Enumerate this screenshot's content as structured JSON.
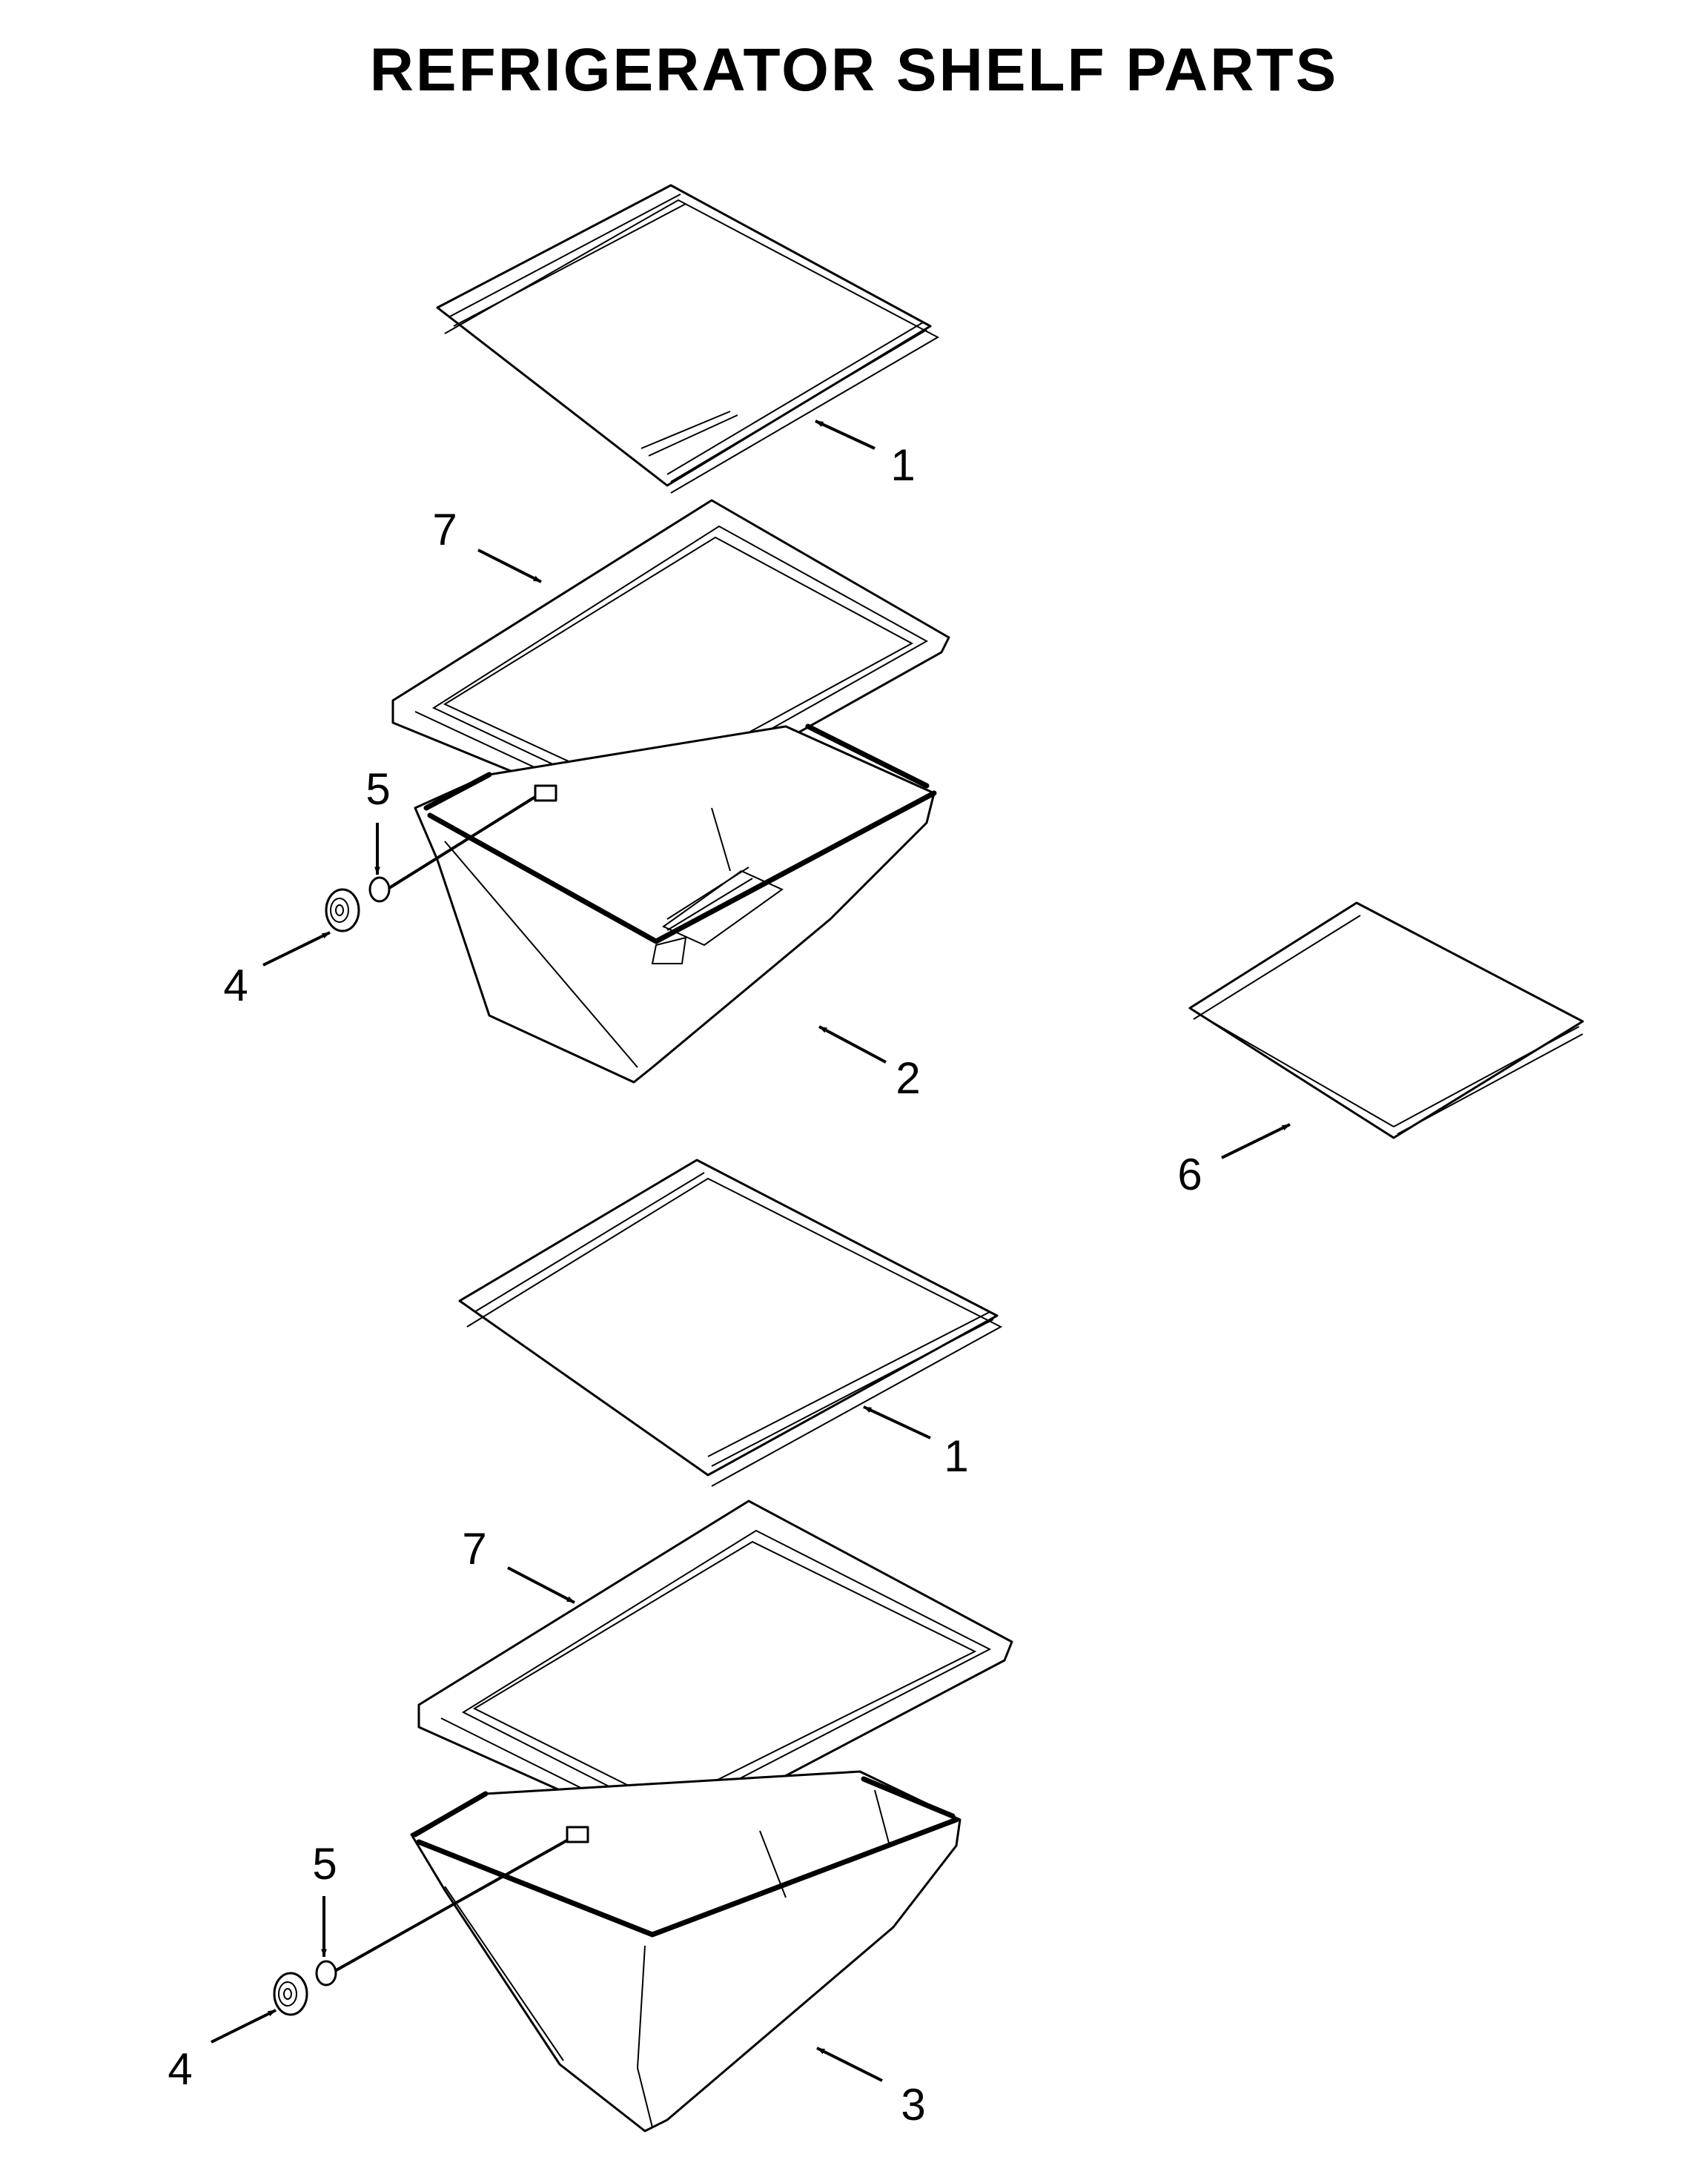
{
  "title": "REFRIGERATOR SHELF PARTS",
  "callouts": {
    "shelf_top": "1",
    "cover_top": "7",
    "crisper_top": "2",
    "wheel_top": "4",
    "axle_top": "5",
    "side_shelf": "6",
    "shelf_bottom": "1",
    "cover_bottom": "7",
    "crisper_bottom": "3",
    "wheel_bottom": "4",
    "axle_bottom": "5"
  }
}
